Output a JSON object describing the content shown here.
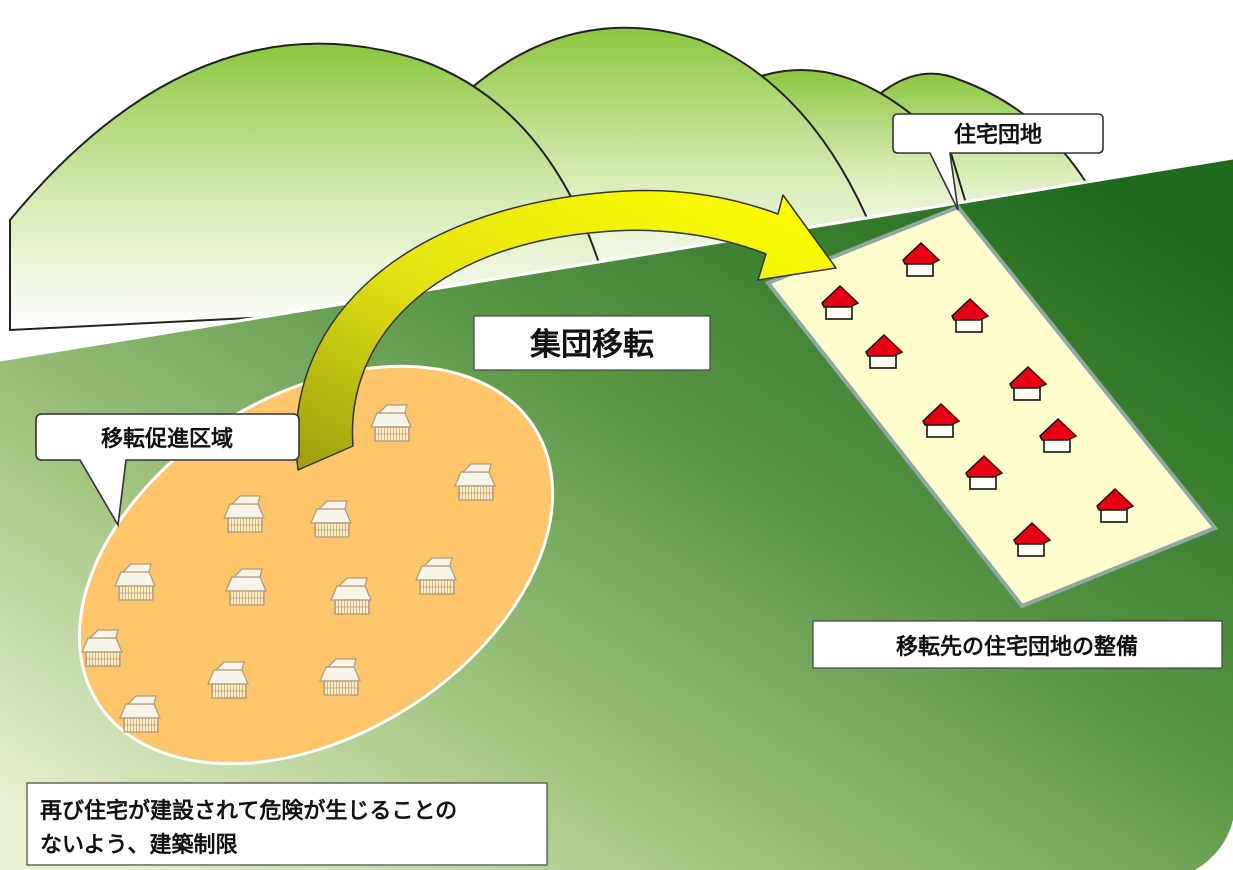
{
  "labels": {
    "relocation_area": "移転促進区域",
    "housing_estate": "住宅団地",
    "group_relocation": "集団移転",
    "estate_development": "移転先の住宅団地の整備",
    "building_restriction_line1": "再び住宅が建設されて危険が生じることの",
    "building_restriction_line2": "ないよう、建築制限"
  },
  "colors": {
    "hill_green": "#8cc63f",
    "ground_green": "#2f7a28",
    "relocation_area_fill": "#fdc56c",
    "estate_fill": "#fdfccc",
    "arrow_yellow": "#ffff00",
    "roof_red": "#e60012"
  },
  "icons": {
    "old_house": "beige-house-icon",
    "new_house": "red-roof-house-icon"
  }
}
